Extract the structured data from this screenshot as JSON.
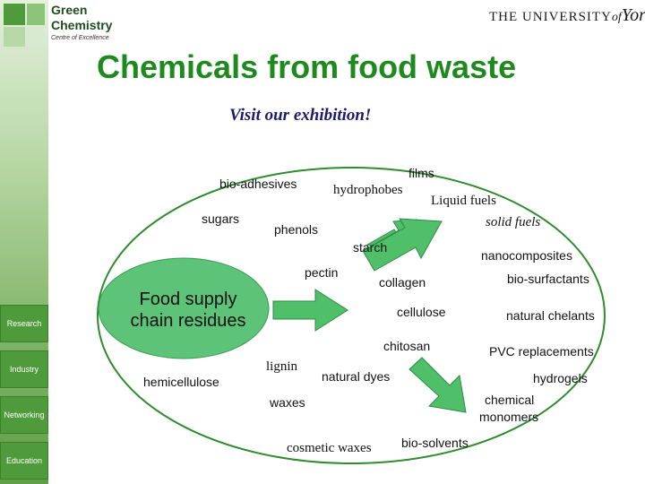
{
  "logo": {
    "line1": "Green",
    "line2": "Chemistry",
    "line3": "Centre of Excellence"
  },
  "university": {
    "prefix": "THE UNIVERSITY",
    "of": "of",
    "name": "York"
  },
  "title": "Chemicals from food waste",
  "subtitle": "Visit our exhibition!",
  "sidebar": [
    {
      "label": "Research"
    },
    {
      "label": "Industry"
    },
    {
      "label": "Networking"
    },
    {
      "label": "Education"
    }
  ],
  "center": {
    "line1": "Food supply",
    "line2": "chain residues"
  },
  "terms": {
    "bio_adhesives": "bio-adhesives",
    "sugars": "sugars",
    "hydrophobes": "hydrophobes",
    "films": "films",
    "liquid_fuels": "Liquid fuels",
    "solid_fuels": "solid fuels",
    "phenols": "phenols",
    "starch": "starch",
    "nanocomposites": "nanocomposites",
    "pectin": "pectin",
    "collagen": "collagen",
    "bio_surfactants": "bio-surfactants",
    "cellulose": "cellulose",
    "natural_chelants": "natural chelants",
    "chitosan": "chitosan",
    "pvc_replacements": "PVC replacements",
    "lignin": "lignin",
    "natural_dyes": "natural dyes",
    "hemicellulose": "hemicellulose",
    "hydrogels": "hydrogels",
    "chemical_monomers_1": "chemical",
    "chemical_monomers_2": "monomers",
    "waxes": "waxes",
    "cosmetic_waxes": "cosmetic waxes",
    "bio_solvents": "bio-solvents"
  },
  "colors": {
    "title_green": "#1e8a1e",
    "ellipse_fill": "#5cc378",
    "arrow_fill": "#4fbf6a",
    "outline_green": "#2e8b2e"
  }
}
